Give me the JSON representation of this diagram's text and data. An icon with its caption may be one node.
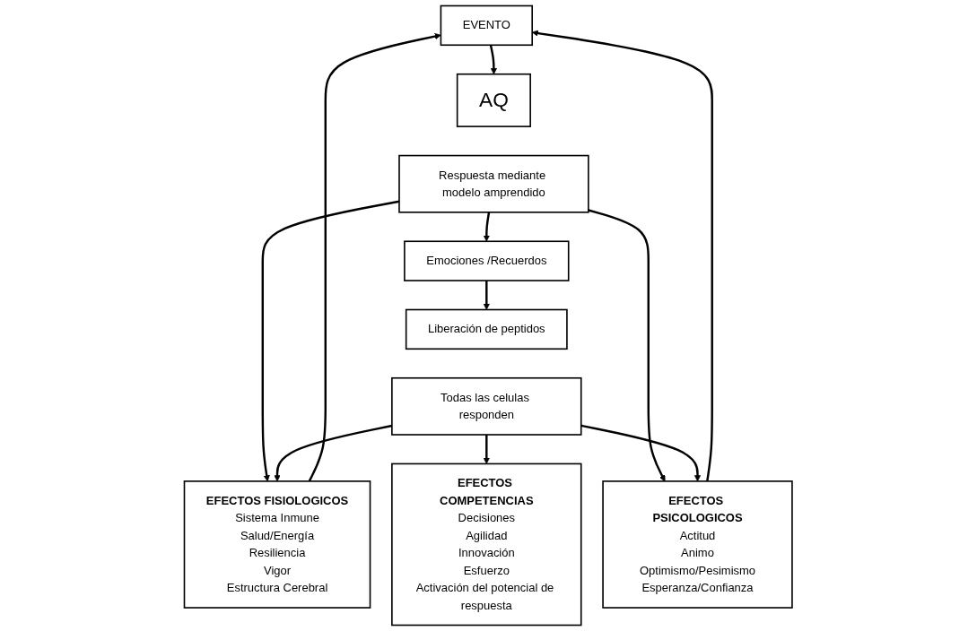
{
  "diagram": {
    "nodes": [
      {
        "text": [
          "EVENTO"
        ]
      },
      {
        "text": [
          "AQ"
        ]
      },
      {
        "text": [
          "Respuesta mediante modelo amprendido"
        ]
      },
      {
        "text": [
          "Emociones /Recuerdos"
        ]
      },
      {
        "text": [
          "Liberación de peptidos"
        ]
      },
      {
        "text": [
          "Todas las celulas responden"
        ]
      },
      {
        "text": [
          "EFECTOS FISIOLOGICOS",
          "Sistema Inmune",
          "Salud/Energía",
          "Resiliencia",
          "Vigor",
          "Estructura Cerebral"
        ]
      },
      {
        "text": [
          "EFECTOS COMPETENCIAS",
          "Decisiones",
          "Agilidad",
          "Innovación",
          "Esfuerzo",
          "Activación del potencial de respuesta"
        ]
      },
      {
        "text": [
          "EFECTOS PSICOLOGICOS",
          "Actitud",
          "Animo",
          "Optimismo/Pesimismo",
          "Esperanza/Confianza"
        ]
      }
    ],
    "edges": [
      {
        "from": 0,
        "to": 1,
        "arrow": "to"
      },
      {
        "from": 2,
        "to": 3,
        "arrow": "to"
      },
      {
        "from": 3,
        "to": 4,
        "arrow": "to"
      },
      {
        "from": 2,
        "to": 6,
        "arrow": "to"
      },
      {
        "from": 2,
        "to": 8,
        "arrow": "to"
      },
      {
        "from": 5,
        "to": 6,
        "arrow": "to"
      },
      {
        "from": 5,
        "to": 7,
        "arrow": "to"
      },
      {
        "from": 5,
        "to": 8,
        "arrow": "to"
      },
      {
        "from": 6,
        "to": 0,
        "arrow": "to"
      },
      {
        "from": 8,
        "to": 0,
        "arrow": "to"
      }
    ]
  }
}
